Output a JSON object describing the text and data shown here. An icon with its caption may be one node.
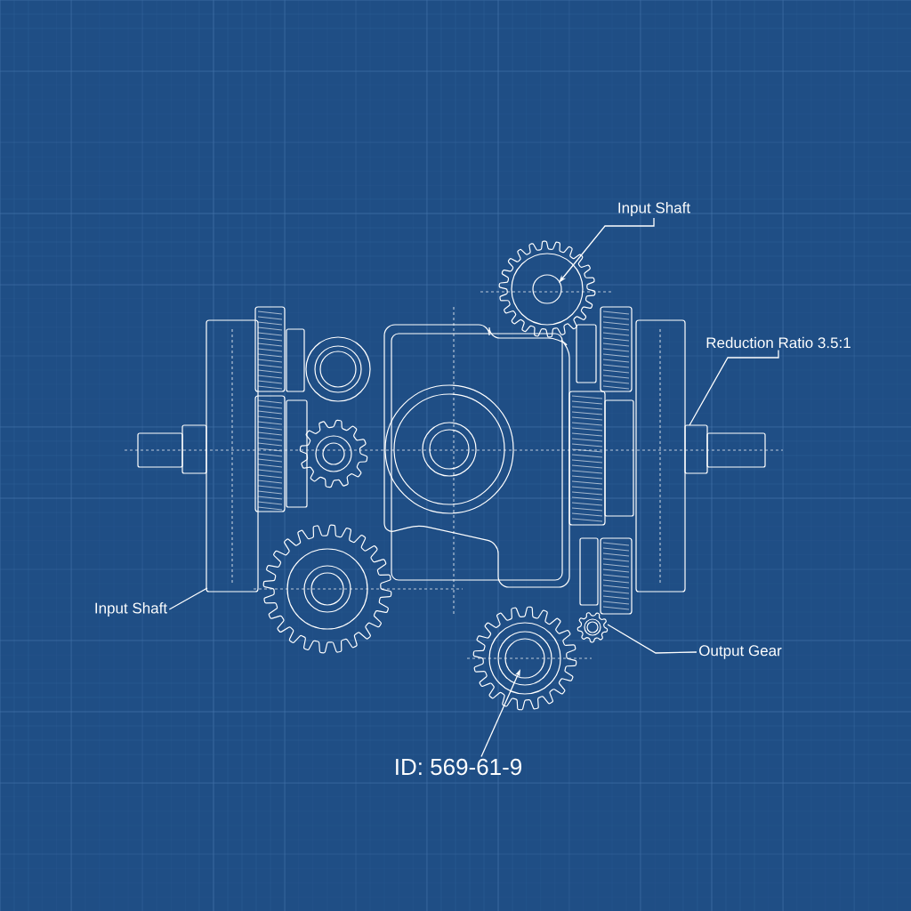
{
  "diagram": {
    "nodes": [
      {
        "text": [
          "Input Shaft"
        ]
      },
      {
        "text": [
          "Reduction Ratio 3.5:1"
        ]
      },
      {
        "text": [
          "Input Shaft"
        ]
      },
      {
        "text": [
          "Output Gear"
        ]
      },
      {
        "text": [
          "ID: 569-61-9"
        ]
      }
    ],
    "edges": [
      {
        "from": 0,
        "to": null,
        "arrow": "to"
      },
      {
        "from": 1,
        "to": null,
        "arrow": "none"
      },
      {
        "from": 2,
        "to": null,
        "arrow": "none"
      },
      {
        "from": 3,
        "to": null,
        "arrow": "none"
      },
      {
        "from": 4,
        "to": null,
        "arrow": "to"
      }
    ]
  }
}
